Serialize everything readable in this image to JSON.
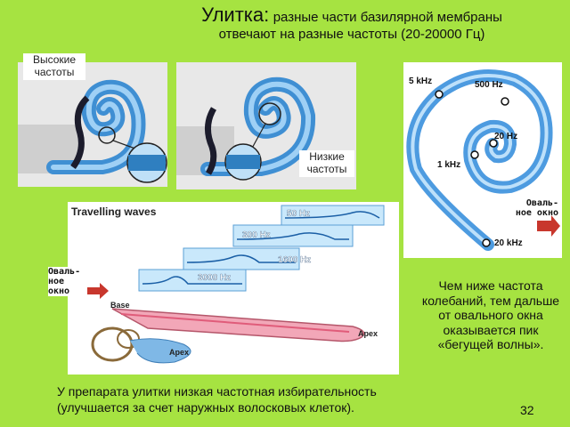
{
  "title": {
    "main": "Улитка:",
    "rest": "разные части базилярной мембраны",
    "line2": "отвечают на разные частоты (20-20000 Гц)"
  },
  "left_panel": {
    "label": "Высокие частоты"
  },
  "middle_panel": {
    "label": "Низкие частоты"
  },
  "spiral_panel": {
    "freq_labels": [
      "5 kHz",
      "500 Hz",
      "20 Hz",
      "1 kHz",
      "20 kHz"
    ],
    "window_label": "Оваль-ное окно"
  },
  "waves_panel": {
    "heading": "Travelling waves",
    "freq_labels": [
      "50 Hz",
      "300 Hz",
      "1600 Hz",
      "3000 Hz"
    ],
    "base_label": "Base",
    "apex_label": "Apex",
    "apex_label2": "Apex",
    "window_label": "Оваль-ное окно"
  },
  "right_text": "Чем ниже частота колебаний, тем дальше от овального окна оказывается пик «бегущей волны».",
  "bottom_text": "У препарата улитки низкая частотная избирательность (улучшается за счет наружных волосковых клеток).",
  "page_number": "32",
  "colors": {
    "background": "#a6e341",
    "spiral_blue": "#5aa7e0",
    "arrow_red": "#c8372d",
    "membrane_pink": "#f2a7b8"
  }
}
